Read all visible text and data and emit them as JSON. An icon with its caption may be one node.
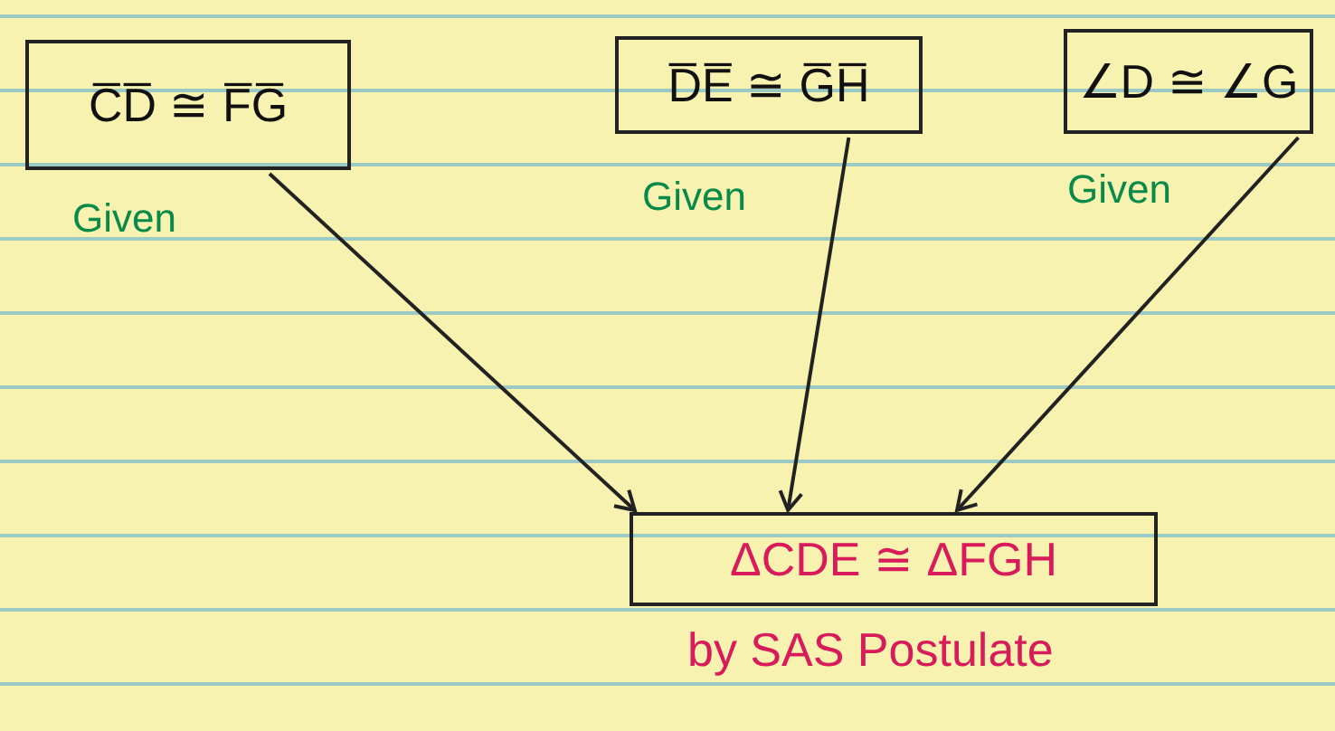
{
  "diagram": {
    "nodes": [
      {
        "text": [
          "C̅D̅ ≅ F̅G̅"
        ],
        "beside": [
          "Given"
        ]
      },
      {
        "text": [
          "D̅E̅ ≅ G̅H̅"
        ],
        "beside": [
          "Given"
        ]
      },
      {
        "text": [
          "∠D ≅ ∠G"
        ],
        "beside": [
          "Given"
        ]
      },
      {
        "text": [
          "ΔCDE ≅ ΔFGH"
        ],
        "beside": [
          "by SAS Postulate"
        ]
      }
    ],
    "edges": [
      {
        "from": 0,
        "to": 3,
        "arrow": "to"
      },
      {
        "from": 1,
        "to": 3,
        "arrow": "to"
      },
      {
        "from": 2,
        "to": 3,
        "arrow": "to"
      }
    ]
  }
}
